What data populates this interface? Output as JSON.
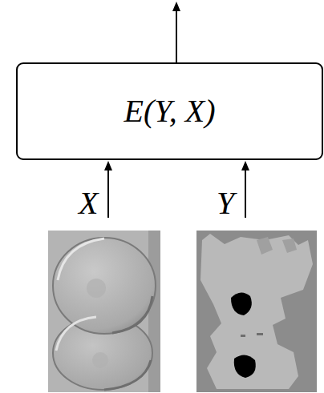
{
  "diagram": {
    "nodes": [
      {
        "text": [
          "E(Y, X)"
        ]
      }
    ],
    "labels": [
      "X",
      "Y"
    ]
  }
}
